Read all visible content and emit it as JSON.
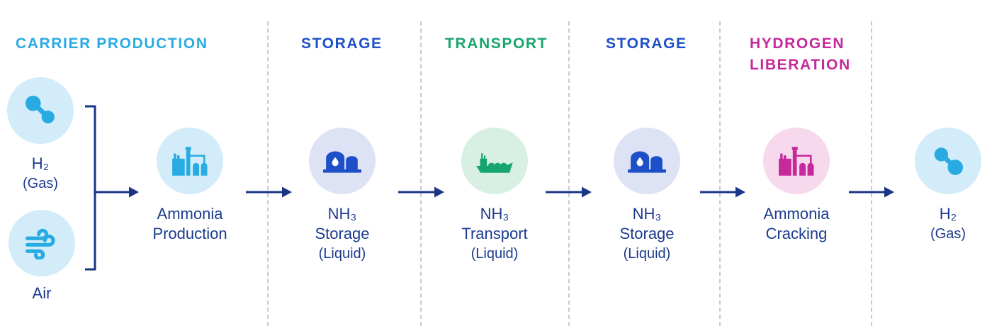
{
  "diagram": {
    "name": "Ammonia hydrogen carrier value chain",
    "sections": [
      {
        "label": "CARRIER PRODUCTION",
        "color": "#29abe2"
      },
      {
        "label": "STORAGE",
        "color": "#1d4fc8"
      },
      {
        "label": "TRANSPORT",
        "color": "#17a56f"
      },
      {
        "label": "STORAGE",
        "color": "#1d4fc8"
      },
      {
        "label": "HYDROGEN LIBERATION",
        "color": "#c5299b"
      }
    ],
    "nodes": {
      "h2_input": {
        "line1": "H₂",
        "line2": "(Gas)",
        "icon": "molecule-icon"
      },
      "air_input": {
        "line1": "Air",
        "icon": "wind-icon"
      },
      "ammonia_production": {
        "line1": "Ammonia",
        "line2": "Production",
        "icon": "factory-icon"
      },
      "nh3_storage_1": {
        "line1": "NH₃",
        "line2": "Storage",
        "line3": "(Liquid)",
        "icon": "storage-tank-icon"
      },
      "nh3_transport": {
        "line1": "NH₃",
        "line2": "Transport",
        "line3": "(Liquid)",
        "icon": "ship-icon"
      },
      "nh3_storage_2": {
        "line1": "NH₃",
        "line2": "Storage",
        "line3": "(Liquid)",
        "icon": "storage-tank-icon"
      },
      "ammonia_cracking": {
        "line1": "Ammonia",
        "line2": "Cracking",
        "icon": "factory-icon"
      },
      "h2_output": {
        "line1": "H₂",
        "line2": "(Gas)",
        "icon": "molecule-icon"
      }
    },
    "colors": {
      "cyan": "#29abe2",
      "royal_blue": "#1d4fc8",
      "green": "#17a56f",
      "magenta": "#c5299b",
      "navy_text": "#1c3b8e",
      "arrow_navy": "#1a3585",
      "divider_gray": "#c6cbd4",
      "bg_light_cyan": "#d3ecf9",
      "bg_periwinkle": "#dde2f4",
      "bg_mint": "#d8efe3",
      "bg_pink": "#f6d9ec"
    }
  }
}
